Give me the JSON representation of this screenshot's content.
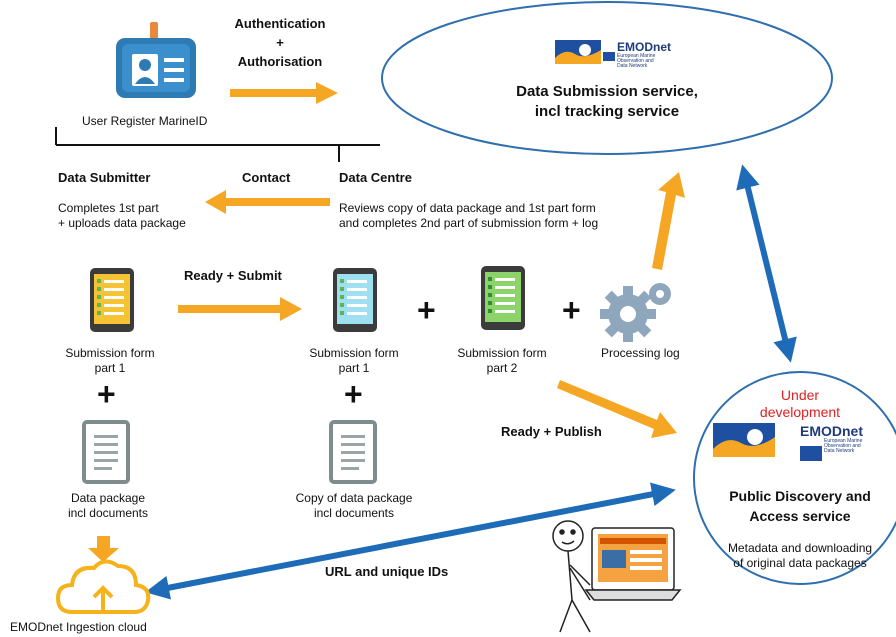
{
  "auth": {
    "line1": "Authentication",
    "line2": "+",
    "line3": "Authorisation"
  },
  "user_register": {
    "label": "User Register MarineID"
  },
  "submission_service": {
    "line1": "Data Submission service,",
    "line2": "incl tracking service",
    "logo_word": "EMODnet",
    "logo_sub1": "European Marine",
    "logo_sub2": "Observation and",
    "logo_sub3": "Data Network"
  },
  "data_submitter": {
    "title": "Data Submitter",
    "line1": "Completes 1st part",
    "line2": "+ uploads data package"
  },
  "contact": {
    "label": "Contact"
  },
  "data_centre": {
    "title": "Data Centre",
    "line1": "Reviews copy of data package and 1st part form",
    "line2": "and completes 2nd part of submission form + log"
  },
  "ready_submit": {
    "label": "Ready + Submit"
  },
  "form1_left": {
    "line1": "Submission form",
    "line2": "part 1"
  },
  "form1_mid": {
    "line1": "Submission form",
    "line2": "part 1"
  },
  "form2_mid": {
    "line1": "Submission form",
    "line2": "part 2"
  },
  "processing_log": {
    "label": "Processing log"
  },
  "plus": "+",
  "data_package": {
    "line1": "Data package",
    "line2": "incl documents"
  },
  "copy_package": {
    "line1": "Copy of data package",
    "line2": "incl documents"
  },
  "ready_publish": {
    "label": "Ready + Publish"
  },
  "discovery": {
    "status1": "Under",
    "status2": "development",
    "logo_word": "EMODnet",
    "logo_sub1": "European Marine",
    "logo_sub2": "Observation and",
    "logo_sub3": "Data Network",
    "title1": "Public Discovery and",
    "title2": "Access service",
    "desc1": "Metadata and downloading",
    "desc2": "of original data packages"
  },
  "url_ids": {
    "label": "URL and unique IDs"
  },
  "ingestion_cloud": {
    "label": "EMODnet Ingestion cloud"
  },
  "colors": {
    "arrow_orange": "#F5A623",
    "arrow_blue": "#1E6BB8",
    "oval_stroke": "#2F6FAE",
    "under_dev": "#E02020"
  }
}
